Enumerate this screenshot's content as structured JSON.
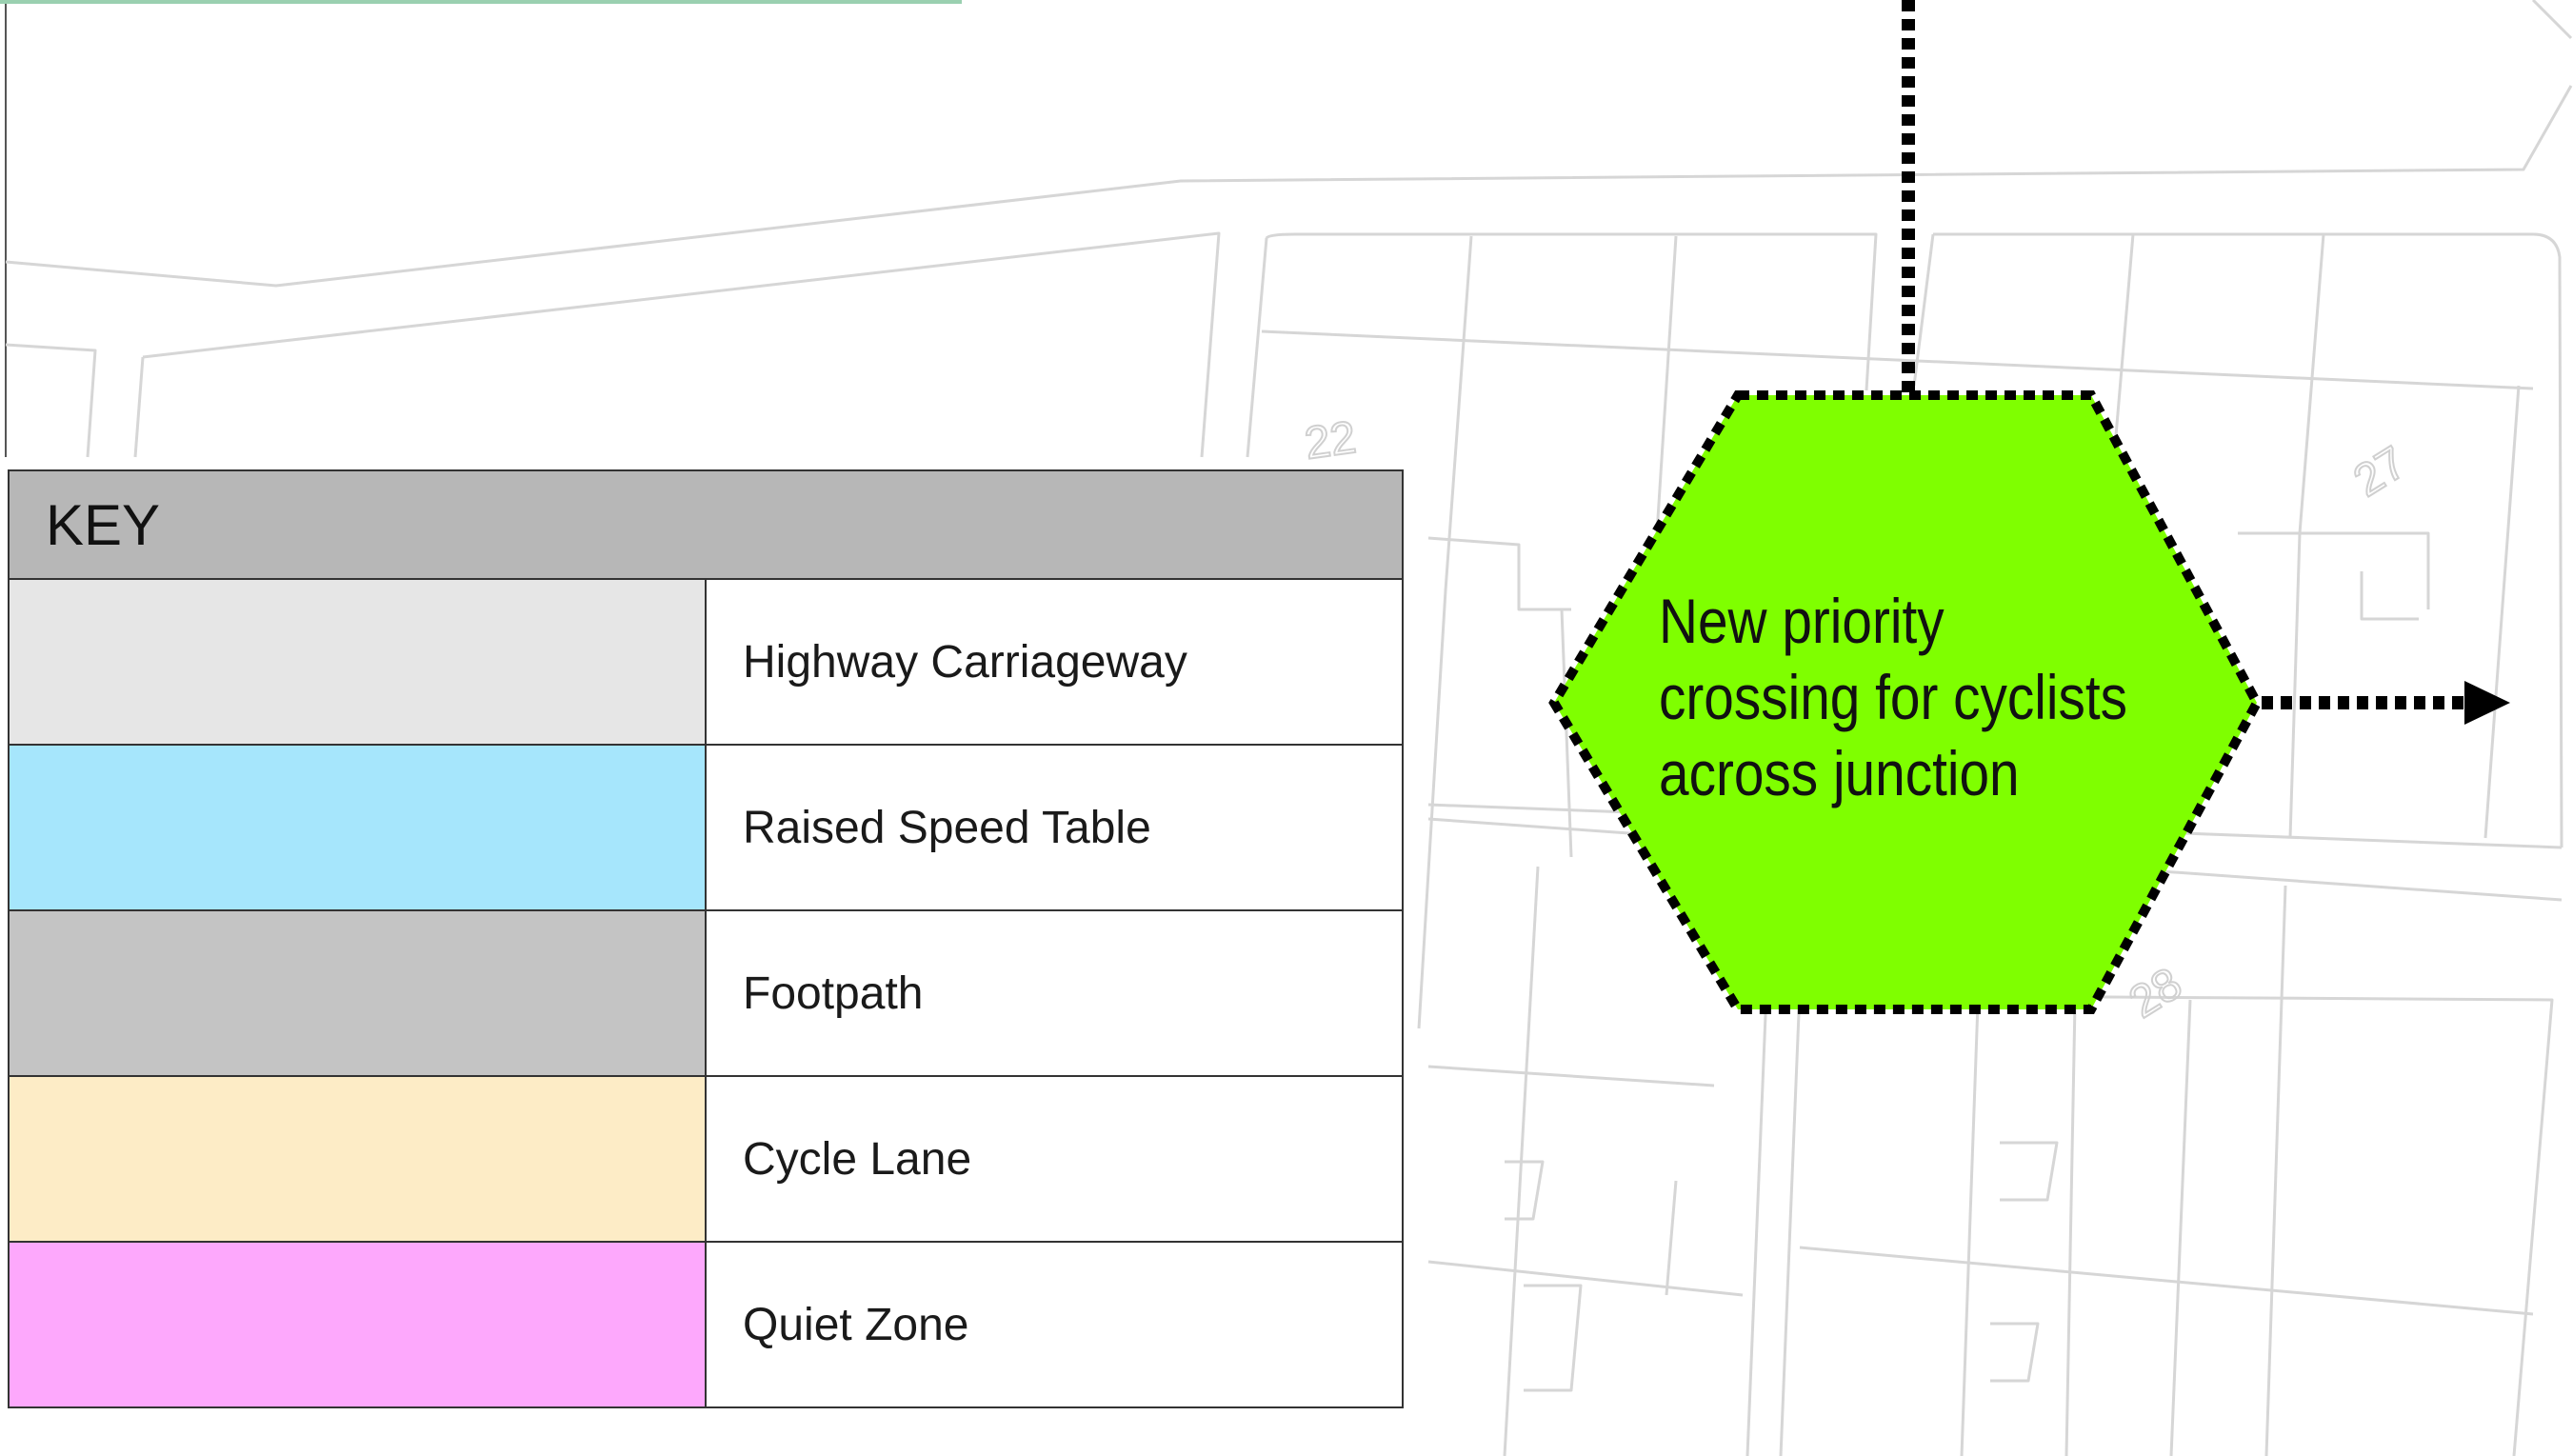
{
  "key": {
    "title": "KEY",
    "items": [
      {
        "label": "Highway Carriageway",
        "color": "#e6e6e6"
      },
      {
        "label": "Raised Speed Table",
        "color": "#a6e6fc"
      },
      {
        "label": "Footpath",
        "color": "#c4c4c4"
      },
      {
        "label": "Cycle Lane",
        "color": "#fdecc6"
      },
      {
        "label": "Quiet Zone",
        "color": "#fda8fc"
      }
    ]
  },
  "callout": {
    "text": "New priority crossing for cyclists across junction",
    "fill_color": "#7fff00",
    "border_color": "#000000"
  },
  "map": {
    "house_numbers": [
      "22",
      "27",
      "28"
    ]
  }
}
